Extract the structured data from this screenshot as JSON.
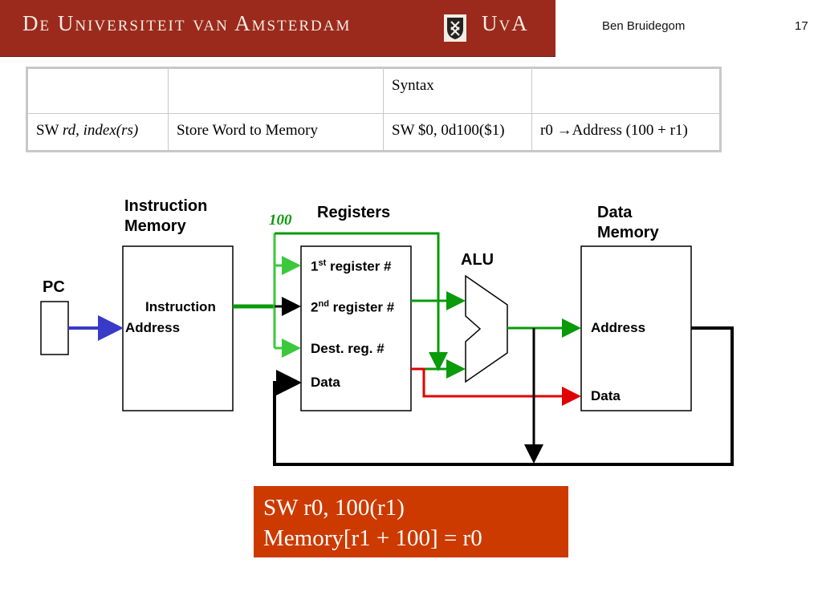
{
  "header": {
    "institution": "De Universiteit van Amsterdam",
    "abbreviation": "UvA",
    "author": "Ben Bruidegom",
    "slide_number": "17"
  },
  "table": {
    "row1": [
      "",
      "",
      "Syntax",
      ""
    ],
    "row2": {
      "op": "SW",
      "operands": "rd, index(rs)",
      "description": "Store Word to Memory",
      "syntax": "SW $0, 0d100($1)",
      "semantics_lhs": "r0",
      "semantics_rhs": "Address (100 + r1)"
    }
  },
  "diagram": {
    "instruction_memory": "Instruction Memory",
    "pc": "PC",
    "instruction": "Instruction",
    "address_in": "Address",
    "registers": "Registers",
    "immediate": "100",
    "reg1_label": "1",
    "reg1_sup": "st",
    "reg1_suffix": " register #",
    "reg2_label": "2",
    "reg2_sup": "nd",
    "reg2_suffix": " register #",
    "dest_reg": "Dest. reg. #",
    "reg_data": "Data",
    "alu": "ALU",
    "data_memory": "Data Memory",
    "dm_address": "Address",
    "dm_data": "Data"
  },
  "summary": {
    "line1": "SW r0, 100(r1)",
    "line2": "Memory[r1 + 100] = r0"
  },
  "colors": {
    "banner": "#9b2a1c",
    "summary_box": "#cc3a00",
    "green_path": "#0a9a0a",
    "light_green_path": "#3cc83c",
    "red_path": "#e00000",
    "blue_path": "#3a3ac8"
  }
}
